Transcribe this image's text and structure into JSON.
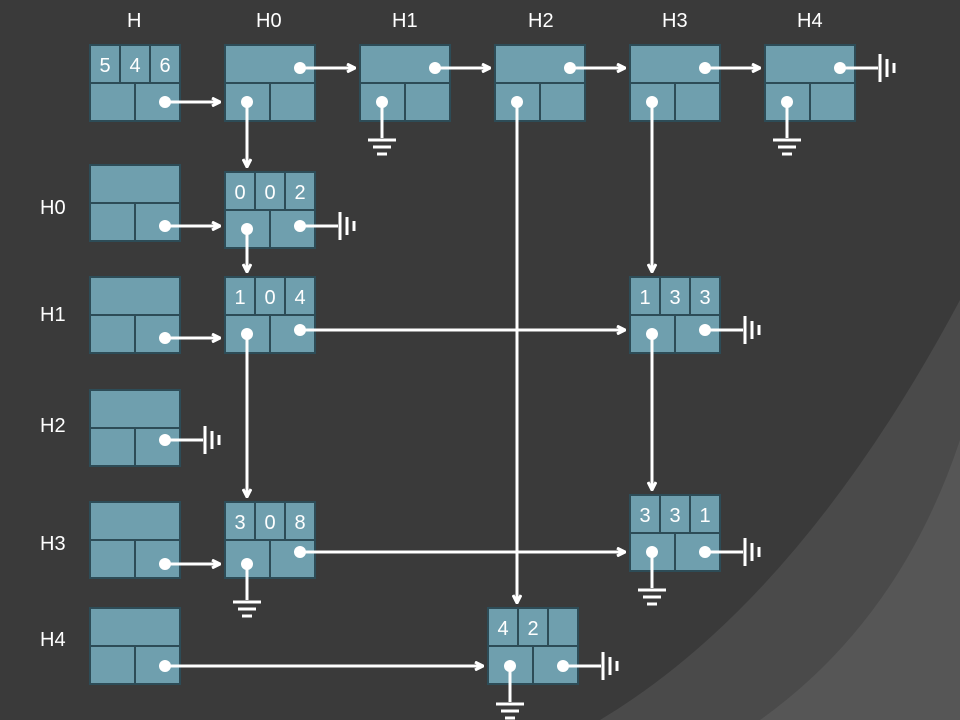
{
  "colors": {
    "background": "#3a3a3a",
    "node_fill": "#6f9fae",
    "node_stroke": "#2d4c57",
    "arrow": "#ffffff"
  },
  "column_headers": [
    "H",
    "H0",
    "H1",
    "H2",
    "H3",
    "H4"
  ],
  "row_headers": [
    "H0",
    "H1",
    "H2",
    "H3",
    "H4"
  ],
  "head_node": {
    "values": [
      "5",
      "4",
      "6"
    ]
  },
  "value_nodes": [
    {
      "id": "n002",
      "values": [
        "0",
        "0",
        "2"
      ]
    },
    {
      "id": "n104",
      "values": [
        "1",
        "0",
        "4"
      ]
    },
    {
      "id": "n133",
      "values": [
        "1",
        "3",
        "3"
      ]
    },
    {
      "id": "n308",
      "values": [
        "3",
        "0",
        "8"
      ]
    },
    {
      "id": "n331",
      "values": [
        "3",
        "3",
        "1"
      ]
    },
    {
      "id": "n42",
      "values": [
        "4",
        "2",
        ""
      ]
    }
  ]
}
